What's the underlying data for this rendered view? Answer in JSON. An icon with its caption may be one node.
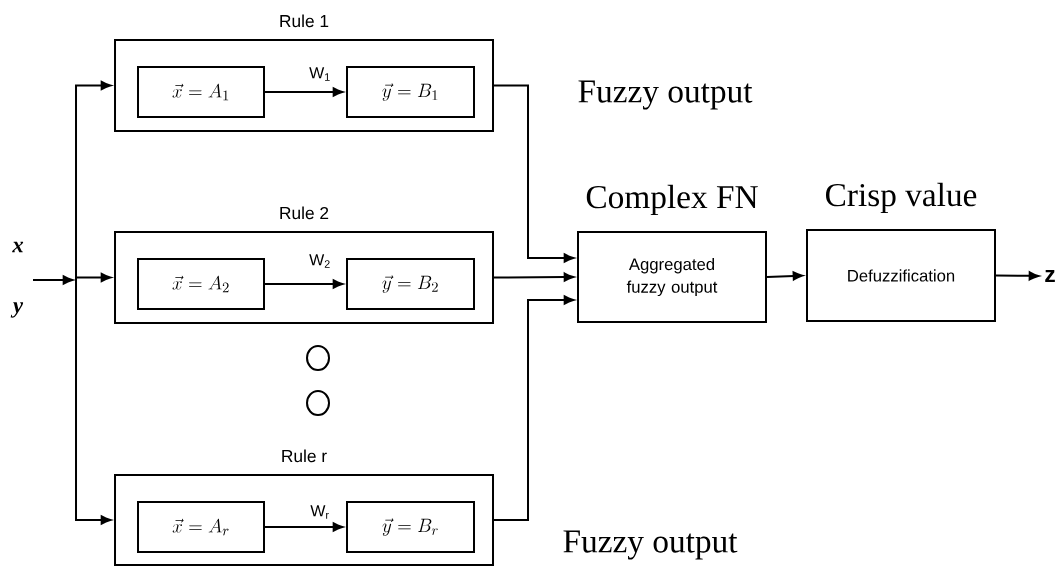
{
  "diagram": {
    "nodes": [
      {
        "text": [
          "Rule 1"
        ]
      },
      {
        "text": [
          "\\vec{x} = A_{1}"
        ],
        "in": 0
      },
      {
        "text": [
          "\\vec{y} = B_{1}"
        ],
        "in": 0
      },
      {
        "text": [
          "Rule 2"
        ]
      },
      {
        "text": [
          "\\vec{x} = A_{2}"
        ],
        "in": 3
      },
      {
        "text": [
          "\\vec{y} = B_{2}"
        ],
        "in": 3
      },
      {
        "text": [
          "Rule r"
        ]
      },
      {
        "text": [
          "\\vec{x} = A_{r}"
        ],
        "in": 6
      },
      {
        "text": [
          "\\vec{y} = B_{r}"
        ],
        "in": 6
      },
      {
        "text": [
          "Complex FN",
          "Aggregated fuzzy output"
        ]
      },
      {
        "text": [
          "Crisp value",
          "Defuzzification"
        ]
      },
      {
        "text": [
          "z"
        ]
      }
    ],
    "edges": [
      {
        "from": null,
        "to": 0,
        "arrow": "to"
      },
      {
        "from": null,
        "to": 3,
        "arrow": "to"
      },
      {
        "from": null,
        "to": 6,
        "arrow": "to"
      },
      {
        "from": 1,
        "to": 2,
        "arrow": "to",
        "label": "W$_{1}$"
      },
      {
        "from": 4,
        "to": 5,
        "arrow": "to",
        "label": "W$_{2}$"
      },
      {
        "from": 7,
        "to": 8,
        "arrow": "to",
        "label": "W$_{r}$"
      },
      {
        "from": 0,
        "to": 9,
        "arrow": "to",
        "label": "Fuzzy output"
      },
      {
        "from": 3,
        "to": 9,
        "arrow": "to"
      },
      {
        "from": 6,
        "to": 9,
        "arrow": "to",
        "label": "Fuzzy output"
      },
      {
        "from": 9,
        "to": 10,
        "arrow": "to"
      },
      {
        "from": 10,
        "to": 11,
        "arrow": "to"
      }
    ],
    "labels": [
      "x",
      "y"
    ]
  }
}
